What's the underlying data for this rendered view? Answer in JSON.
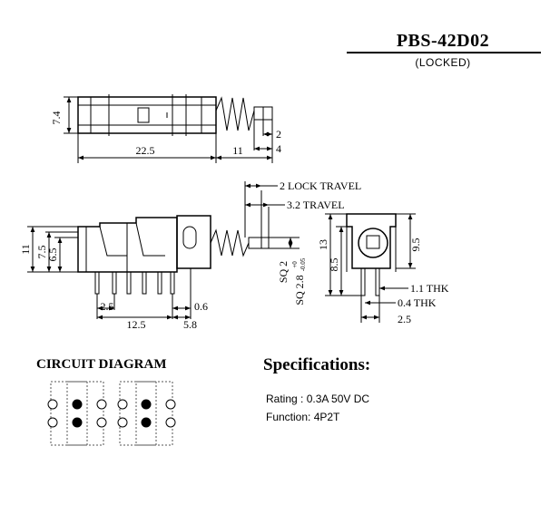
{
  "header": {
    "part_number": "PBS-42D02",
    "variant": "(LOCKED)"
  },
  "top_view": {
    "dim_height": "7.4",
    "dim_body_length": "22.5",
    "dim_plunger_length": "11",
    "dim_tip_2": "2",
    "dim_tip_4": "4"
  },
  "side_view": {
    "callout_lock_travel": "2 LOCK TRAVEL",
    "callout_travel": "3.2 TRAVEL",
    "dim_11": "11",
    "dim_7_5": "7.5",
    "dim_6_5": "6.5",
    "dim_2_5": "2.5",
    "dim_12_5": "12.5",
    "dim_0_6": "0.6",
    "dim_5_8": "5.8",
    "dim_sq2": "SQ 2",
    "dim_sq28": "SQ 2.8",
    "dim_sq28_tol_plus": "+0",
    "dim_sq28_tol_minus": "-0.05"
  },
  "end_view": {
    "dim_13": "13",
    "dim_8_5": "8.5",
    "dim_9_5": "9.5",
    "dim_1_1_thk": "1.1 THK",
    "dim_0_4_thk": "0.4 THK",
    "dim_2_5": "2.5"
  },
  "circuit": {
    "heading": "CIRCUIT DIAGRAM"
  },
  "specifications": {
    "heading": "Specifications:",
    "rating": "Rating : 0.3A 50V DC",
    "function": "Function: 4P2T"
  }
}
